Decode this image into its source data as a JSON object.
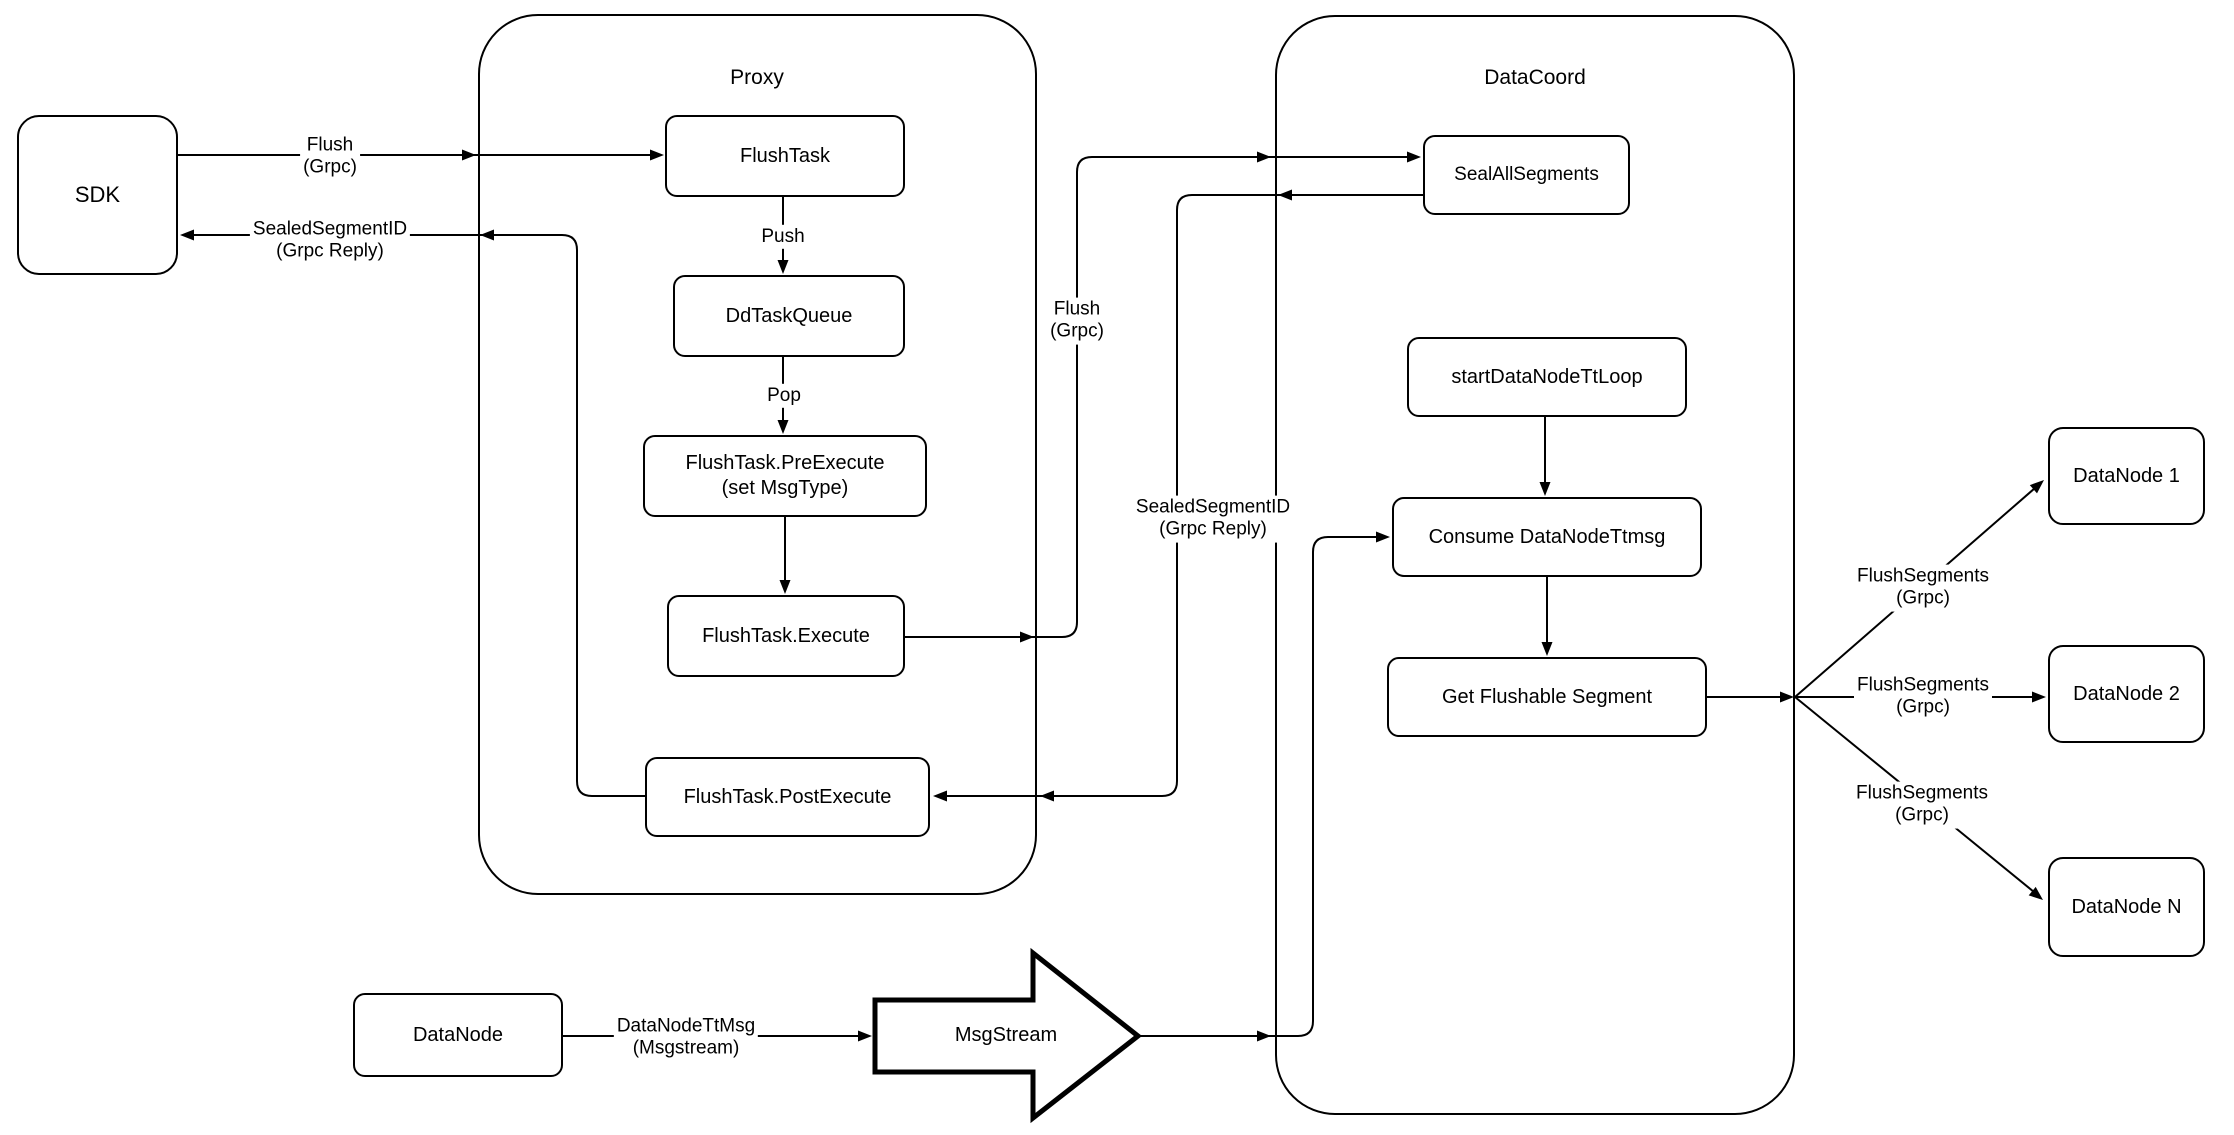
{
  "diagram": {
    "colors": {
      "stroke": "#000000",
      "fill": "#ffffff",
      "background": "#ffffff"
    },
    "containers": {
      "proxy": {
        "label": "Proxy"
      },
      "datacoord": {
        "label": "DataCoord"
      }
    },
    "nodes": {
      "sdk": {
        "label": "SDK"
      },
      "flush_task": {
        "label": "FlushTask"
      },
      "dd_task_queue": {
        "label": "DdTaskQueue"
      },
      "pre_execute": {
        "label": "FlushTask.PreExecute\n(set MsgType)"
      },
      "execute": {
        "label": "FlushTask.Execute"
      },
      "post_execute": {
        "label": "FlushTask.PostExecute"
      },
      "seal_all_segments": {
        "label": "SealAllSegments"
      },
      "start_datanode_tt_loop": {
        "label": "startDataNodeTtLoop"
      },
      "consume_datanode_ttmsg": {
        "label": "Consume DataNodeTtmsg"
      },
      "get_flushable_segment": {
        "label": "Get Flushable Segment"
      },
      "datanode_1": {
        "label": "DataNode 1"
      },
      "datanode_2": {
        "label": "DataNode 2"
      },
      "datanode_n": {
        "label": "DataNode N"
      },
      "datanode": {
        "label": "DataNode"
      },
      "msgstream": {
        "label": "MsgStream"
      }
    },
    "edge_labels": {
      "flush_sdk": {
        "text": "Flush\n(Grpc)"
      },
      "sealed_sdk": {
        "text": "SealedSegmentID\n(Grpc Reply)"
      },
      "push": {
        "text": "Push"
      },
      "pop": {
        "text": "Pop"
      },
      "flush_mid": {
        "text": "Flush\n(Grpc)"
      },
      "sealed_mid": {
        "text": "SealedSegmentID\n(Grpc Reply)"
      },
      "flush_segments_1": {
        "text": "FlushSegments\n(Grpc)"
      },
      "flush_segments_2": {
        "text": "FlushSegments\n(Grpc)"
      },
      "flush_segments_3": {
        "text": "FlushSegments\n(Grpc)"
      },
      "datanode_ttmsg": {
        "text": "DataNodeTtMsg\n(Msgstream)"
      }
    }
  }
}
